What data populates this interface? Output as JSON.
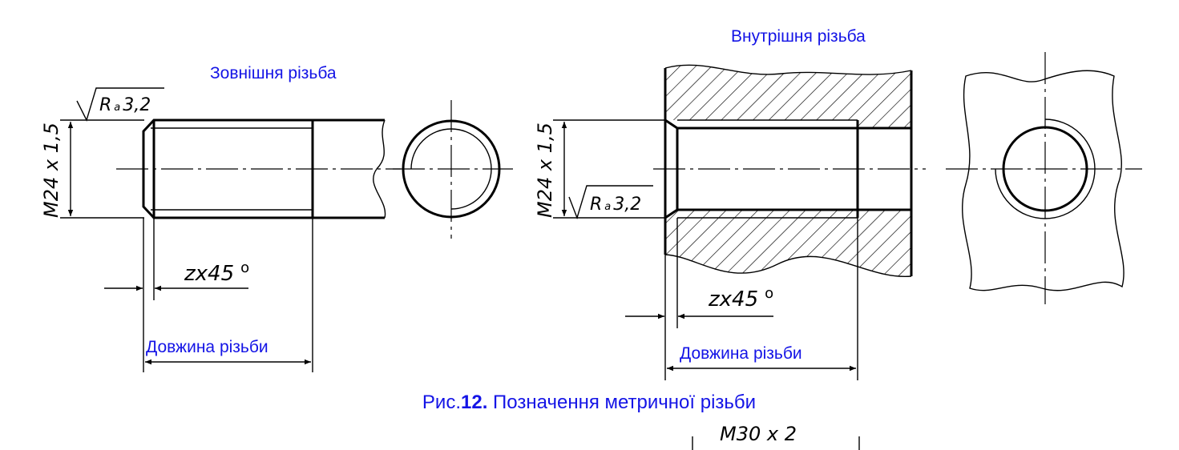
{
  "caption": {
    "prefix": "Рис.",
    "number": "12.",
    "text": " Позначення метричної різьби"
  },
  "external": {
    "title": "Зовнішня різьба",
    "thread_size": "М24 x 1,5",
    "roughness": "R",
    "roughness_sub": "a",
    "roughness_value": "3,2",
    "chamfer": "zх45",
    "length_label": "Довжина різьби"
  },
  "internal": {
    "title": "Внутрішня різьба",
    "thread_size": "М24 x 1,5",
    "roughness": "R",
    "roughness_sub": "a",
    "roughness_value": "3,2",
    "chamfer": "zх45",
    "length_label": "Довжина різьби"
  },
  "bottom": {
    "thread_size": "М30 x 2"
  },
  "colors": {
    "label": "#1414e6",
    "line": "#000000"
  }
}
